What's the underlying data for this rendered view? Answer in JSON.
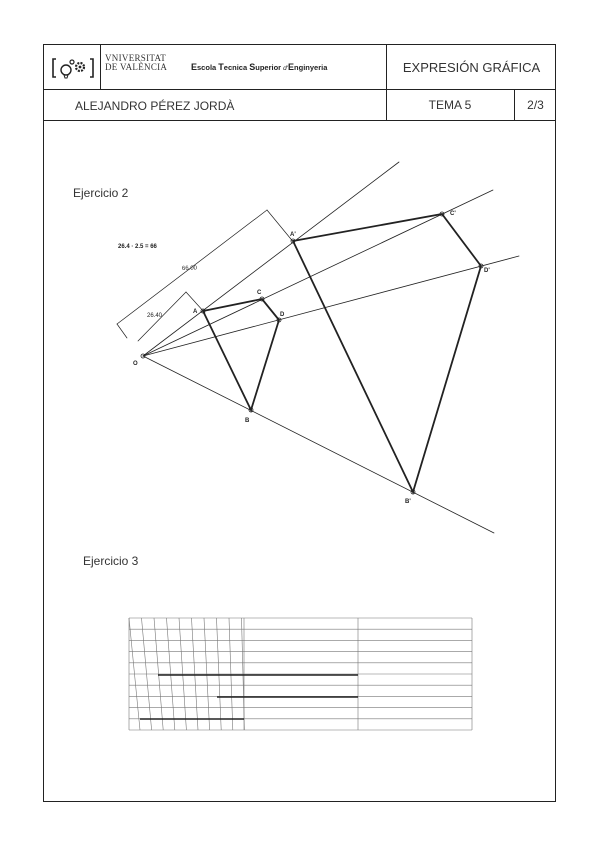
{
  "header": {
    "university_line1": "VNIVERSITAT",
    "university_line2": "DE VALÈNCIA",
    "school_name": "Escola Tècnica Superior d'Enginyeria",
    "school_parts": [
      "E",
      "scola ",
      "T",
      "ecnica ",
      "S",
      "uperior ",
      "d'",
      "E",
      "nginyeria"
    ],
    "course_title": "EXPRESIÓN GRÁFICA",
    "author": "ALEJANDRO PÉREZ JORDÀ",
    "topic": "TEMA 5",
    "page": "2/3"
  },
  "exercise2": {
    "title": "Ejercicio 2",
    "formula": "26.4 · 2.5 = 66",
    "dim_large": "66.00",
    "dim_small": "26.40",
    "points": {
      "O": "O",
      "A": "A",
      "B": "B",
      "C": "C",
      "D": "D",
      "A2": "A'",
      "B2": "B'",
      "C2": "C'",
      "D2": "D'"
    }
  },
  "exercise3": {
    "title": "Ejercicio 3"
  },
  "colors": {
    "ink": "#222222",
    "grid": "#777777"
  }
}
